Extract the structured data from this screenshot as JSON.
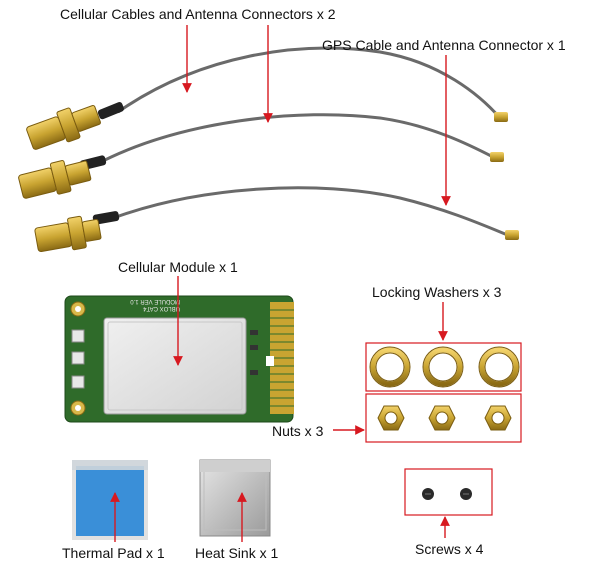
{
  "labels": {
    "cellular_cables": "Cellular Cables and Antenna Connectors x 2",
    "gps_cable": "GPS Cable and Antenna Connector x 1",
    "cellular_module": "Cellular Module x 1",
    "locking_washers": "Locking Washers x 3",
    "nuts": "Nuts x 3",
    "thermal_pad": "Thermal Pad x 1",
    "heat_sink": "Heat Sink x 1",
    "screws": "Screws x 4"
  },
  "module": {
    "marking_line1": "MODULE VER 1.0",
    "marking_line2": "UBLOX CAT4"
  },
  "colors": {
    "arrow": "#d71920",
    "pcb": "#2f6b2a",
    "gold": "#c9a431",
    "thermal_pad": "#3a8fd8",
    "heat_sink": "#b9b9b9",
    "cable": "#6a6a6a"
  }
}
